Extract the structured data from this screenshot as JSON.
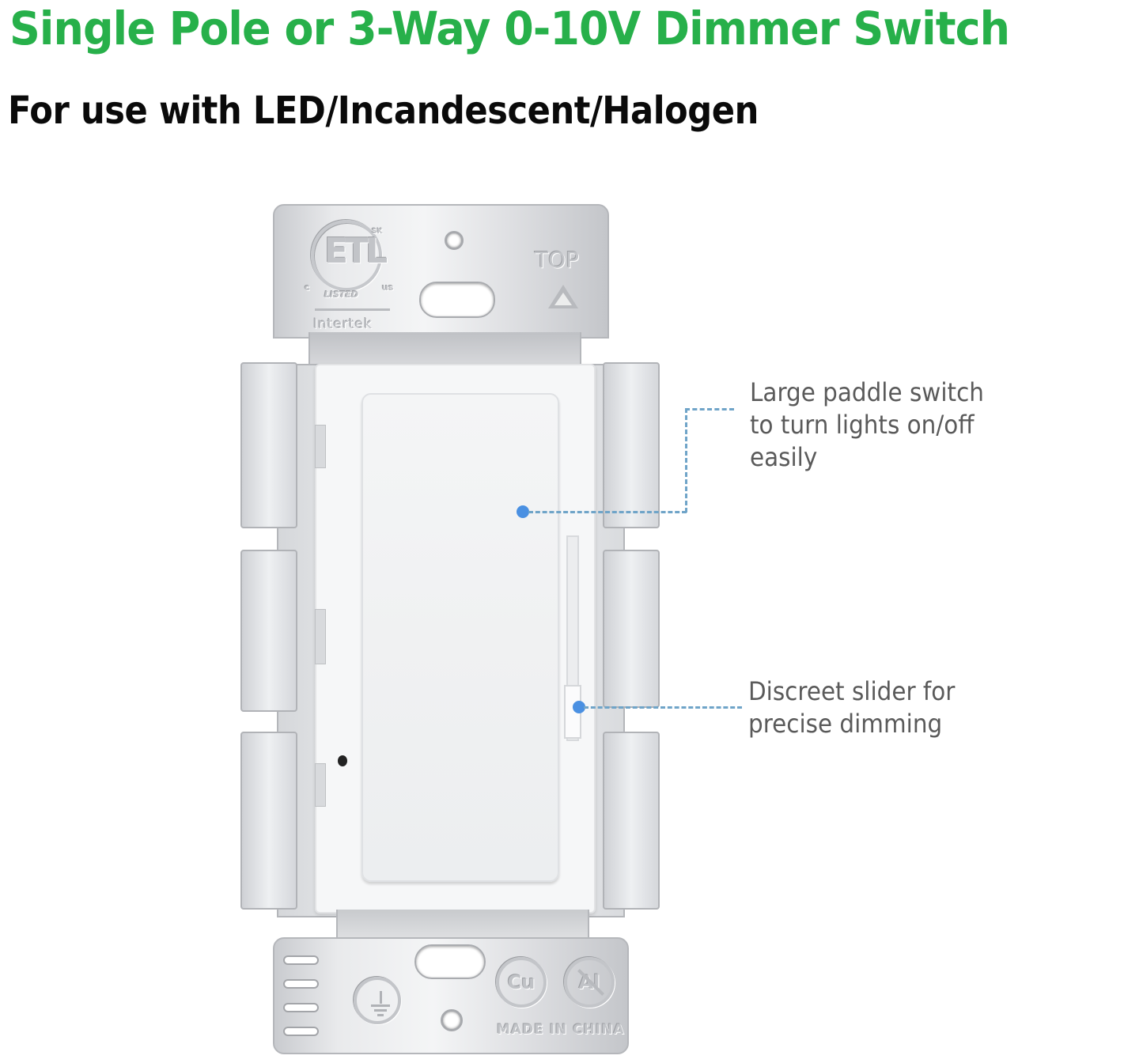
{
  "header": {
    "title": "Single Pole or 3-Way 0-10V Dimmer Switch",
    "subtitle": "For use with LED/Incandescent/Halogen"
  },
  "colors": {
    "title": "#27b04a",
    "subtitle": "#0a0a0a",
    "callout_text": "#5a5a5a",
    "callout_line": "#6fa4c8",
    "callout_dot": "#4a90e2"
  },
  "product": {
    "top_strap": {
      "certification_mark": "ETL",
      "cert_small": "SK",
      "cert_c": "c",
      "cert_us": "us",
      "cert_listed": "LISTED",
      "cert_brand": "Intertek",
      "orientation_label": "TOP",
      "orientation_icon": "triangle-up"
    },
    "bottom_strap": {
      "ground_icon": "ground-symbol",
      "copper_label": "Cu",
      "aluminum_label": "Al",
      "origin_label": "MADE IN CHINA"
    }
  },
  "callouts": [
    {
      "text": "Large paddle switch\nto turn lights on/off\neasily",
      "target": "paddle"
    },
    {
      "text": "Discreet slider for\nprecise dimming",
      "target": "slider"
    }
  ]
}
